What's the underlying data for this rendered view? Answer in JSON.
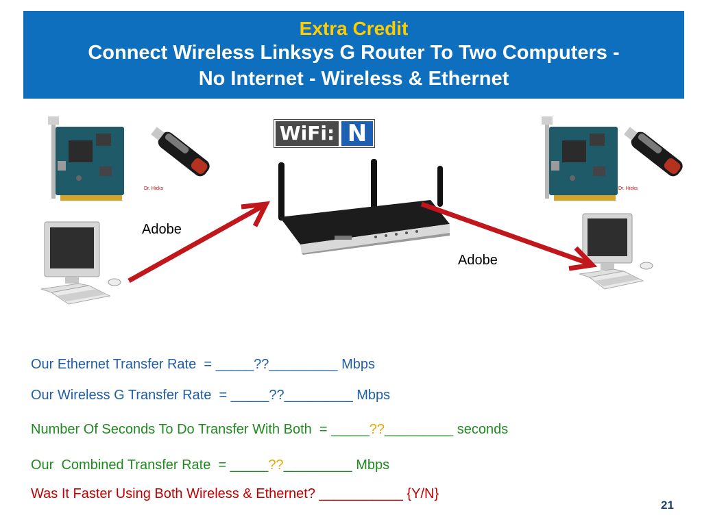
{
  "header": {
    "kicker": "Extra Credit",
    "title_line1": "Connect Wireless Linksys G Router To Two Computers -",
    "title_line2": "No Internet - Wireless & Ethernet"
  },
  "logo": {
    "wifi_text": "WiFi:",
    "wifi_letter": "N"
  },
  "labels": {
    "left_adobe": "Adobe",
    "right_adobe": "Adobe",
    "watermark_left": "Dr. Hicks",
    "watermark_right": "Dr. Hicks"
  },
  "questions": {
    "ethernet": "Our Ethernet Transfer Rate  = _____??_________ Mbps",
    "wireless": "Our Wireless G Transfer Rate  = _____??_________ Mbps",
    "seconds_pre": "Number Of Seconds To Do Transfer With Both  = _____",
    "seconds_q": "??",
    "seconds_post": "_________ seconds",
    "combined_pre": "Our  Combined Transfer Rate  = _____",
    "combined_q": "??",
    "combined_post": "_________ Mbps",
    "faster": "Was It Faster Using Both Wireless & Ethernet? ___________ {Y/N}"
  },
  "page_number": "21",
  "colors": {
    "banner": "#0d6fbd",
    "kicker": "#ffcc00",
    "arrow": "#c0161c"
  }
}
